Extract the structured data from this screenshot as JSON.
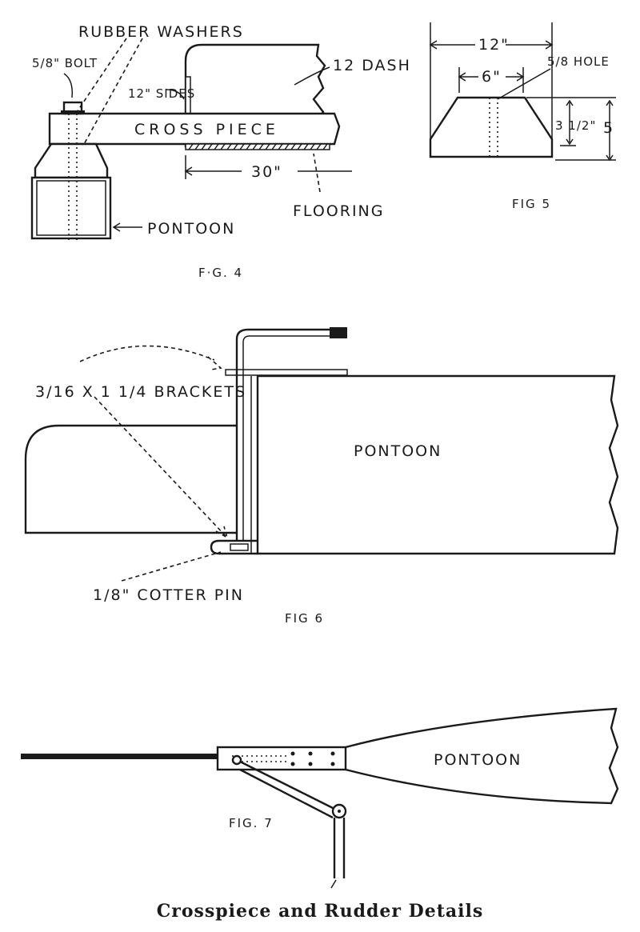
{
  "fig4": {
    "rubber_washers": "RUBBER WASHERS",
    "bolt": "5/8\" BOLT",
    "sides": "12\" SIDES",
    "dash": "12 DASH",
    "cross_piece": "CROSS PIECE",
    "dim_30": "30\"",
    "flooring": "FLOORING",
    "pontoon": "PONTOON",
    "caption": "F·G. 4"
  },
  "fig5": {
    "dim_12": "12\"",
    "dim_6": "6\"",
    "hole": "5/8 HOLE",
    "dim_3_5": "3 1/2\"",
    "dim_5": "5",
    "caption": "FIG 5"
  },
  "fig6": {
    "brackets": "3/16 X 1 1/4 BRACKETS",
    "pontoon": "PONTOON",
    "cotter_pin": "1/8\" COTTER PIN",
    "caption": "FIG 6"
  },
  "fig7": {
    "pontoon": "PONTOON",
    "caption": "FIG. 7"
  },
  "page_caption": "Crosspiece and Rudder Details"
}
